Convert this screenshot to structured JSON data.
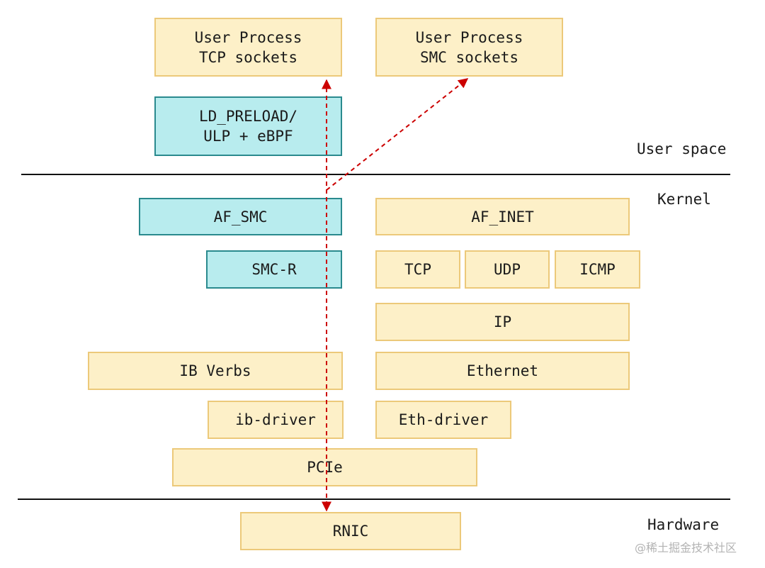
{
  "boxes": {
    "user_tcp": "User Process\nTCP sockets",
    "user_smc": "User Process\nSMC sockets",
    "ld_preload": "LD_PRELOAD/\nULP + eBPF",
    "af_smc": "AF_SMC",
    "af_inet": "AF_INET",
    "smc_r": "SMC-R",
    "tcp": "TCP",
    "udp": "UDP",
    "icmp": "ICMP",
    "ip": "IP",
    "ib_verbs": "IB Verbs",
    "ethernet": "Ethernet",
    "ib_driver": "ib-driver",
    "eth_driver": "Eth-driver",
    "pcie": "PCIe",
    "rnic": "RNIC"
  },
  "layers": {
    "user_space": "User space",
    "kernel": "Kernel",
    "hardware": "Hardware"
  },
  "watermark": "@稀土掘金技术社区",
  "colors": {
    "yellow_fill": "#fdf0c8",
    "yellow_border": "#ecc97a",
    "teal_fill": "#b8ecee",
    "teal_border": "#2a8a8e",
    "arrow": "#cc0000"
  }
}
